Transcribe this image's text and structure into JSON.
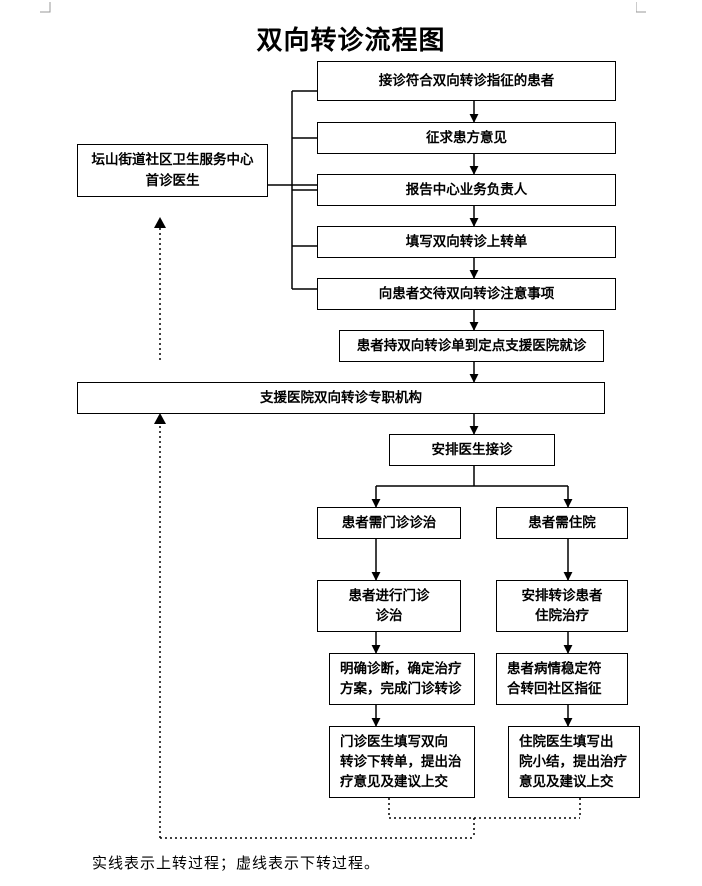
{
  "title": "双向转诊流程图",
  "nodes": {
    "n1": "接诊符合双向转诊指征的患者",
    "n2": "征求患方意见",
    "n3": "报告中心业务负责人",
    "n4": "填写双向转诊上转单",
    "n5": "向患者交待双向转诊注意事项",
    "n6": "患者持双向转诊单到定点支援医院就诊",
    "clinic": "坛山街道社区卫生服务中心\n首诊医生",
    "agency": "支援医院双向转诊专职机构",
    "arrange": "安排医生接诊",
    "outpatient": "患者需门诊诊治",
    "inpatient": "患者需住院",
    "out1": "患者进行门诊\n诊治",
    "out2": "明确诊断，确定治疗\n方案，完成门诊转诊",
    "out3": "门诊医生填写双向\n转诊下转单，提出治\n疗意见及建议上交",
    "in1": "安排转诊患者\n住院治疗",
    "in2": "患者病情稳定符\n合转回社区指征",
    "in3": "住院医生填写出\n院小结，提出治疗\n意见及建议上交"
  },
  "legend_note": "实线表示上转过程；虚线表示下转过程。"
}
